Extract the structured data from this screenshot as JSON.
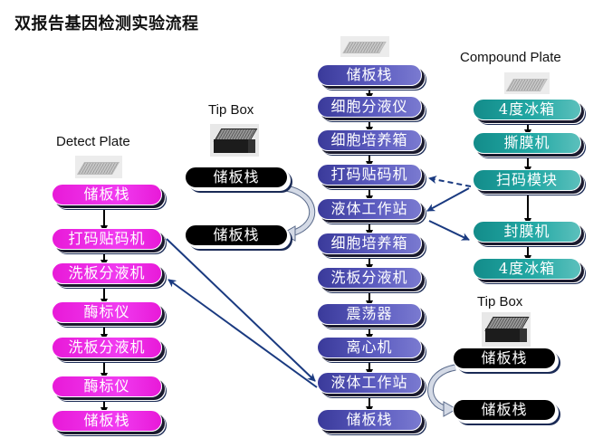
{
  "title": "双报告基因检测实验流程",
  "labels": {
    "detect_plate": "Detect Plate",
    "tip_box_top": "Tip Box",
    "compound_plate": "Compound Plate",
    "tip_box_bottom": "Tip Box"
  },
  "colors": {
    "detect_column": "#e81ad8",
    "cell_column": "#4a4aaa",
    "compound_column": "#1a9a96",
    "tip_column": "#000000",
    "arrow": "#1a3a80"
  },
  "detect_column": {
    "items": [
      "储板栈",
      "打码贴码机",
      "洗板分液机",
      "酶标仪",
      "洗板分液机",
      "酶标仪",
      "储板栈"
    ]
  },
  "tip_column_top": {
    "items": [
      "储板栈",
      "储板栈"
    ]
  },
  "cell_column": {
    "items": [
      "储板栈",
      "细胞分液仪",
      "细胞培养箱",
      "打码贴码机",
      "液体工作站",
      "细胞培养箱",
      "洗板分液机",
      "震荡器",
      "离心机",
      "液体工作站",
      "储板栈"
    ]
  },
  "compound_column": {
    "items": [
      "4度冰箱",
      "撕膜机",
      "扫码模块",
      "封膜机",
      "4度冰箱"
    ]
  },
  "tip_column_bottom": {
    "items": [
      "储板栈",
      "储板栈"
    ]
  },
  "icons": {
    "detect_plate": "microplate-icon",
    "cell_plate": "microplate-icon",
    "compound_plate": "microplate-icon",
    "tip_box_top": "tip-box-icon",
    "tip_box_bottom": "tip-box-icon"
  }
}
